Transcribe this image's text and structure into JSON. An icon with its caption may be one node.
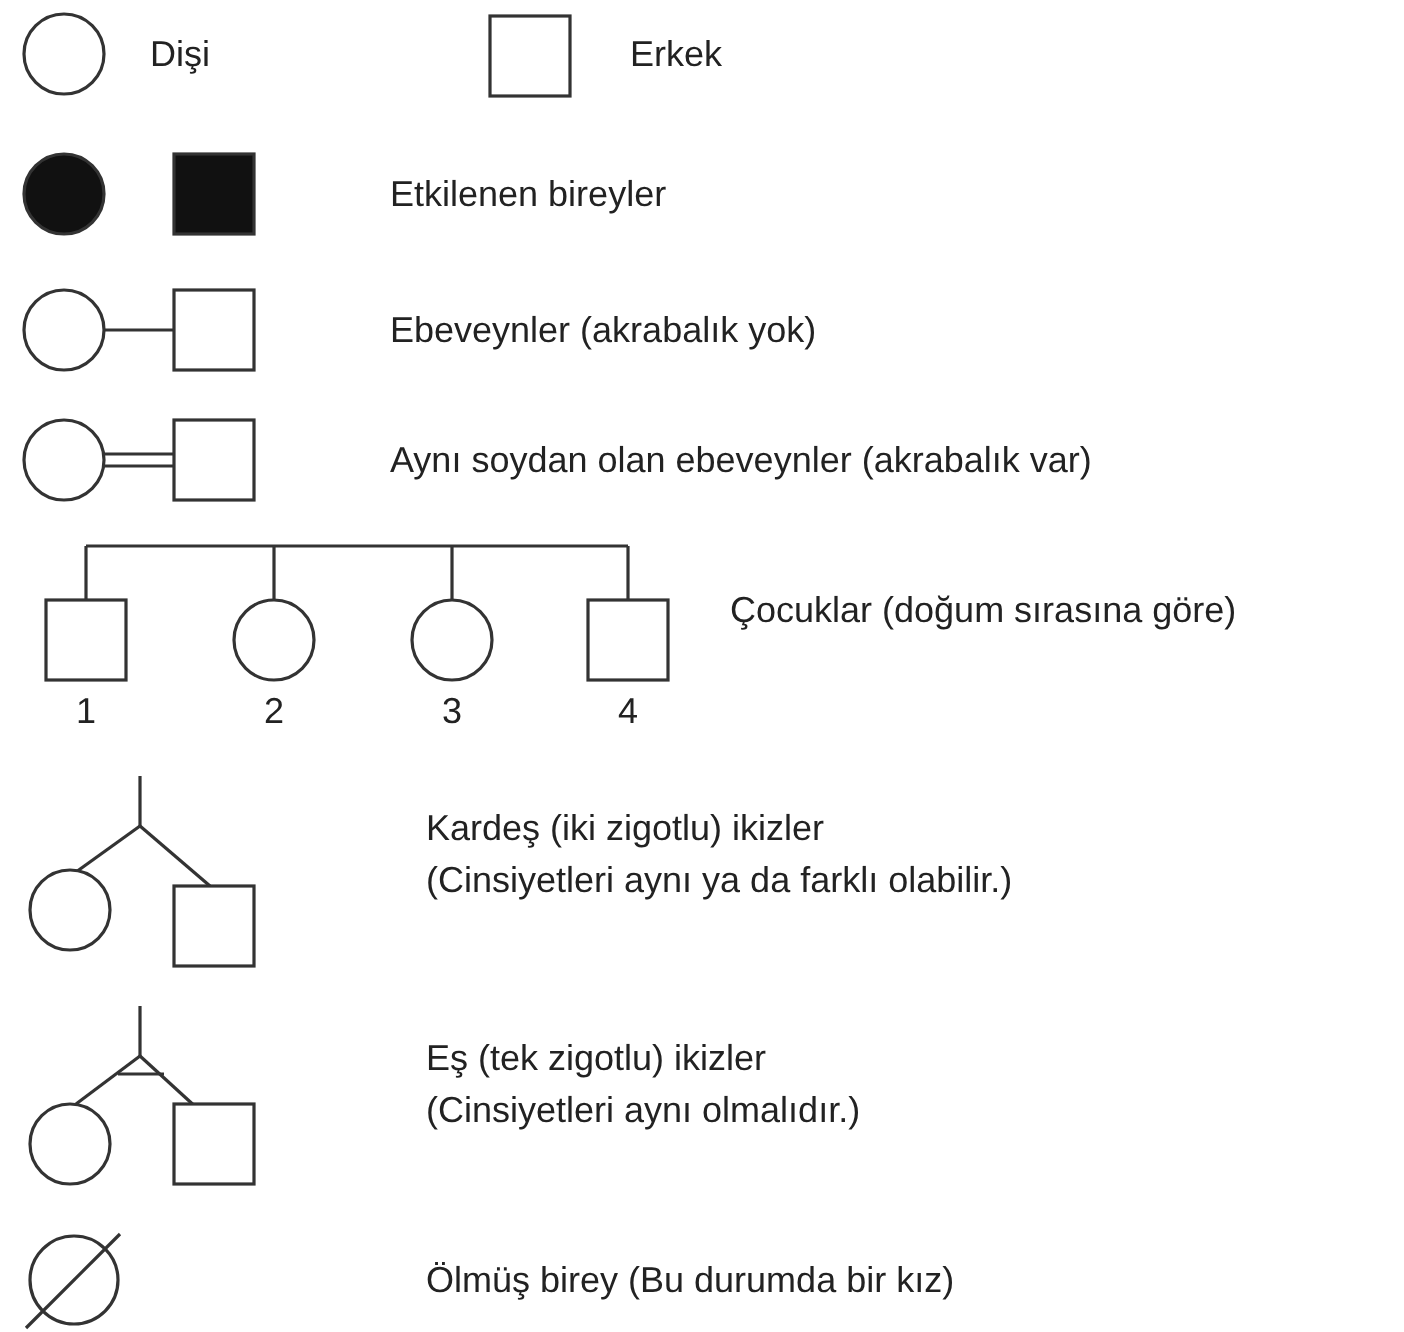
{
  "diagram": {
    "labels": [
      "1",
      "2",
      "3",
      "4"
    ],
    "legend": [
      {
        "text": "Dişi"
      },
      {
        "text": "Erkek"
      },
      {
        "text": "Etkilenen bireyler"
      },
      {
        "text": "Ebeveynler (akrabalık yok)"
      },
      {
        "text": "Aynı soydan olan ebeveynler (akrabalık var)"
      },
      {
        "text": "Çocuklar (doğum sırasına göre)"
      },
      {
        "text": "Kardeş (iki zigotlu) ikizler (Cinsiyetleri aynı ya da farklı olabilir.)"
      },
      {
        "text": "Eş (tek zigotlu) ikizler (Cinsiyetleri aynı olmalıdır.)"
      },
      {
        "text": "Ölmüş birey (Bu durumda bir kız)"
      }
    ]
  }
}
